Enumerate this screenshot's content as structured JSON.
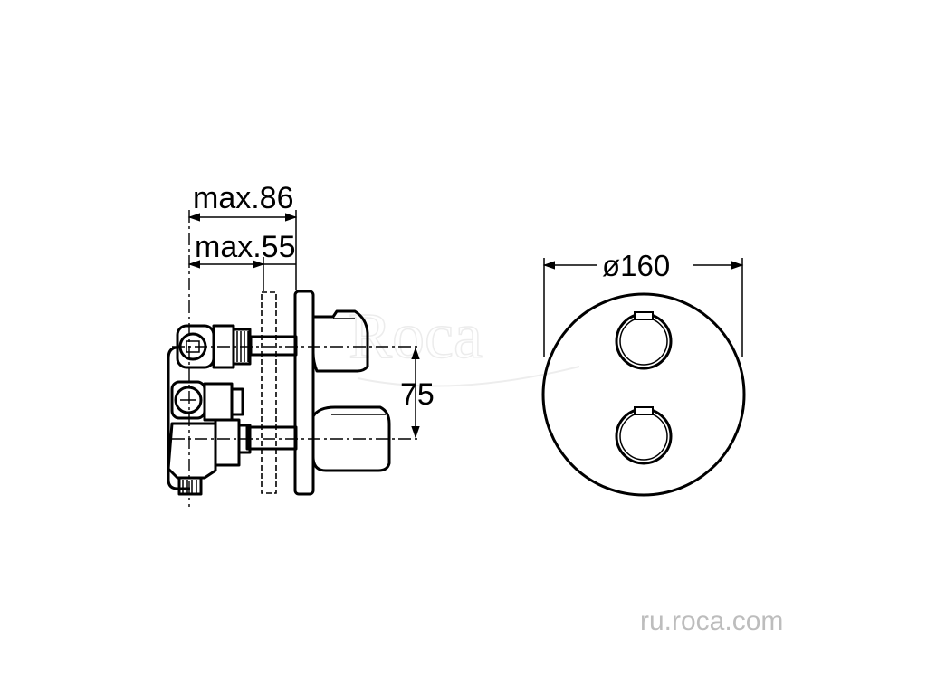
{
  "dimensions": {
    "max86": "max.86",
    "max55": "max.55",
    "spacing": "75",
    "diameter": "ø160"
  },
  "watermark": "Roca",
  "site_url": "ru.roca.com"
}
